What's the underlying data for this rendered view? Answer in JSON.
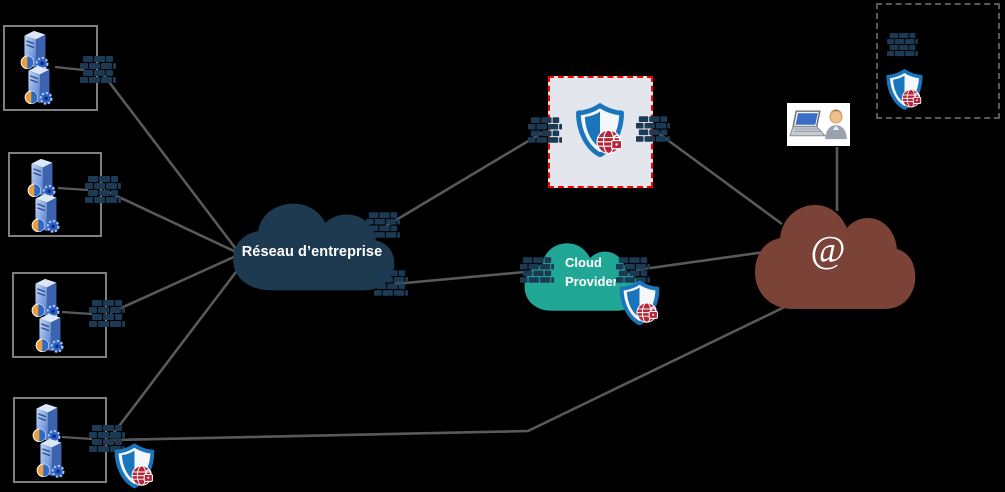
{
  "diagram": {
    "title": "Network architecture diagram",
    "background_color": "#000000",
    "line_color": "#595959",
    "enterprise_cloud": {
      "label": "Réseau d’entreprise",
      "color": "#1e3a50",
      "text_color": "#ffffff"
    },
    "provider_cloud": {
      "label_line1": "Cloud",
      "label_line2": "Provider",
      "color": "#21a795",
      "text_color": "#ffffff",
      "attached_icons": [
        "firewall-icon",
        "firewall-icon",
        "shield-globe-lock-icon"
      ]
    },
    "internet_cloud": {
      "label": "@",
      "color": "#7b4237",
      "text_color": "#ffffff"
    },
    "security_service_box": {
      "fill": "#e3e6ec",
      "border_color": "#ff0000",
      "border_style": "dashed",
      "icon": "shield-globe-lock-icon",
      "attached_icons": [
        "firewall-icon",
        "firewall-icon"
      ]
    },
    "sites": {
      "count": 4,
      "servers_per_site": 2,
      "server_icon": "server-icon",
      "edge_icon": "firewall-icon",
      "site4_extra_icon": "shield-globe-lock-icon",
      "box_border_color": "#7f7f7f"
    },
    "remote_user": {
      "icons": [
        "laptop-icon",
        "user-icon"
      ]
    },
    "legend": {
      "border_color": "#595959",
      "border_style": "dashed",
      "icons": [
        "firewall-icon",
        "shield-globe-lock-icon"
      ]
    },
    "icon_colors": {
      "firewall": "#1c3a54",
      "shield": "#1b75bc",
      "globe": "#b3273a",
      "server": "#4d79cc"
    }
  }
}
